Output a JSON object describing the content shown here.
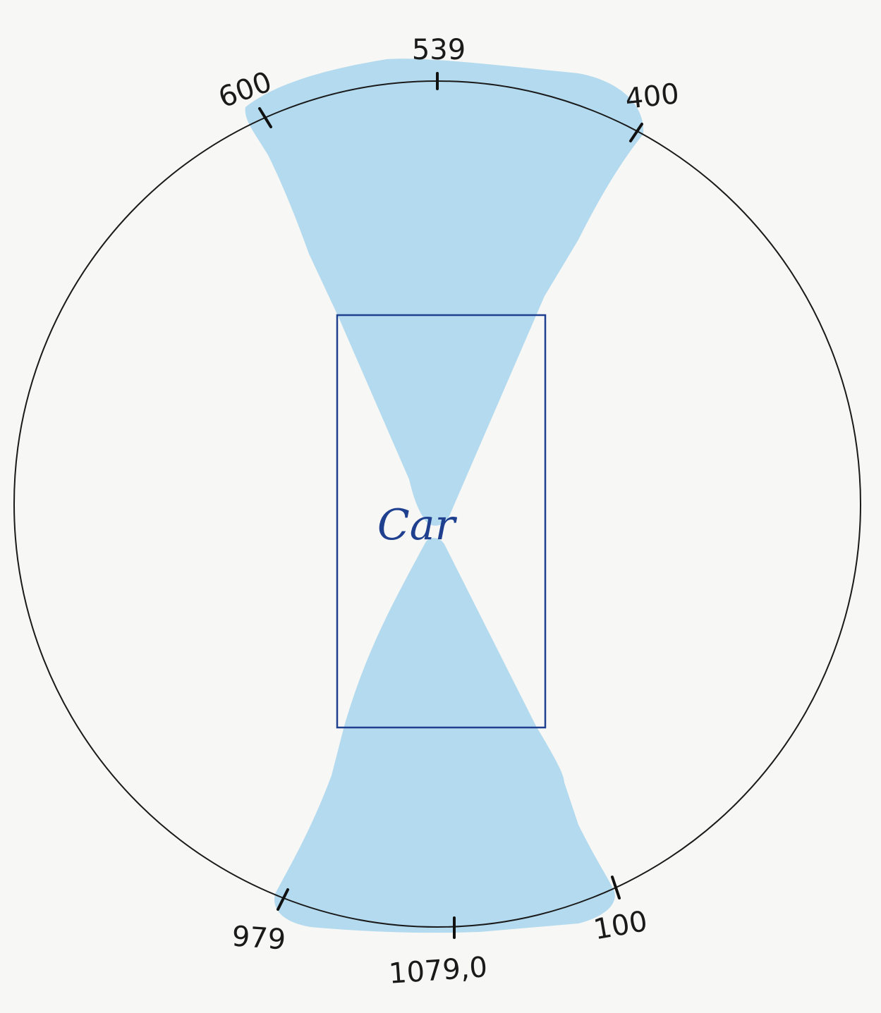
{
  "diagram": {
    "center_label": "Car",
    "tick_labels": {
      "t600": "600",
      "t539": "539",
      "t400": "400",
      "t979": "979",
      "t1079": "1079,0",
      "t100": "100"
    },
    "colors": {
      "background": "#f7f7f5",
      "sector_fill": "#b3daee",
      "circle_stroke": "#1a1a1a",
      "car_box_stroke": "#1f3f8f",
      "car_label": "#1f3f8f",
      "tick_stroke": "#111111"
    }
  }
}
